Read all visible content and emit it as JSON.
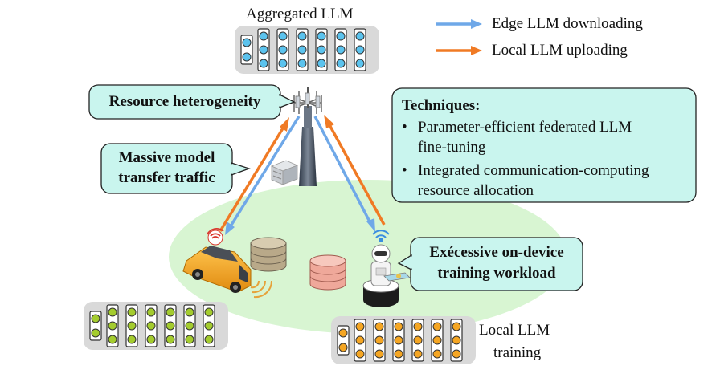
{
  "labels": {
    "aggregated": "Aggregated LLM",
    "legend_download": "Edge LLM downloading",
    "legend_upload": "Local LLM uploading",
    "local_training_1": "Local LLM",
    "local_training_2": "training"
  },
  "callouts": {
    "resource": "Resource heterogeneity",
    "traffic_1": "Massive model",
    "traffic_2": "transfer traffic",
    "workload_1": "Exécessive on-device",
    "workload_2": "training workload"
  },
  "techniques": {
    "title": "Techniques:",
    "item1_line1": "Parameter-efficient federated LLM",
    "item1_line2": "fine-tuning",
    "item2_line1": "Integrated communication-computing",
    "item2_line2": "resource allocation",
    "bullet": "•"
  },
  "colors": {
    "download_arrow": "#6FA8E8",
    "upload_arrow": "#F07A24",
    "callout_fill": "#C9F5EE",
    "ellipse_fill": "#D8F5D2",
    "aggregated_circle": "#5BC3EE",
    "vehicle_circle": "#A4CC2E",
    "robot_circle": "#F5A623",
    "car_body": "#F2A51F"
  },
  "icons": [
    "cell-tower-icon",
    "server-icon",
    "car-icon",
    "robot-icon",
    "database-icon",
    "wifi-icon"
  ]
}
